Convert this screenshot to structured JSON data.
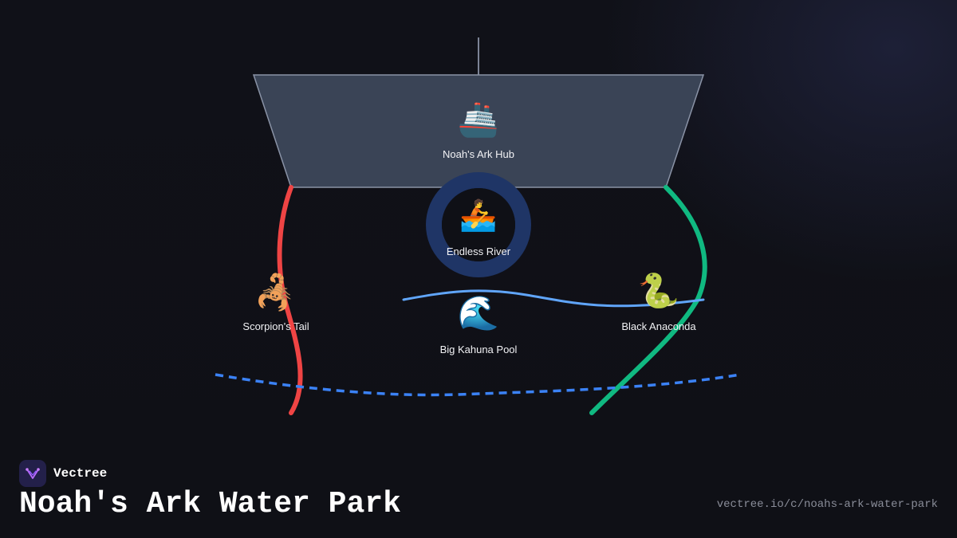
{
  "diagram": {
    "nodes": [
      {
        "id": "hub",
        "label": "Noah's Ark Hub",
        "icon": "ship-icon",
        "glyph": "🚢"
      },
      {
        "id": "river",
        "label": "Endless River",
        "icon": "rowboat-icon",
        "glyph": "🚣"
      },
      {
        "id": "scorpion",
        "label": "Scorpion's Tail",
        "icon": "scorpion-icon",
        "glyph": "🦂"
      },
      {
        "id": "pool",
        "label": "Big Kahuna Pool",
        "icon": "wave-icon",
        "glyph": "🌊"
      },
      {
        "id": "anaconda",
        "label": "Black Anaconda",
        "icon": "snake-icon",
        "glyph": "🐍"
      }
    ],
    "colors": {
      "hub_fill": "#3a4456",
      "hub_stroke": "#8a93a6",
      "river_ring": "#1f3566",
      "river_core": "#0f1016",
      "scorpion_path": "#ef4444",
      "anaconda_path": "#10b981",
      "wave_line": "#60a5fa",
      "dashed_path": "#3b82f6"
    }
  },
  "branding": {
    "name": "Vectree",
    "title": "Noah's Ark Water Park",
    "url": "vectree.io/c/noahs-ark-water-park",
    "logo_icon": "vectree-logo-icon",
    "logo_bg": "#23204a"
  }
}
